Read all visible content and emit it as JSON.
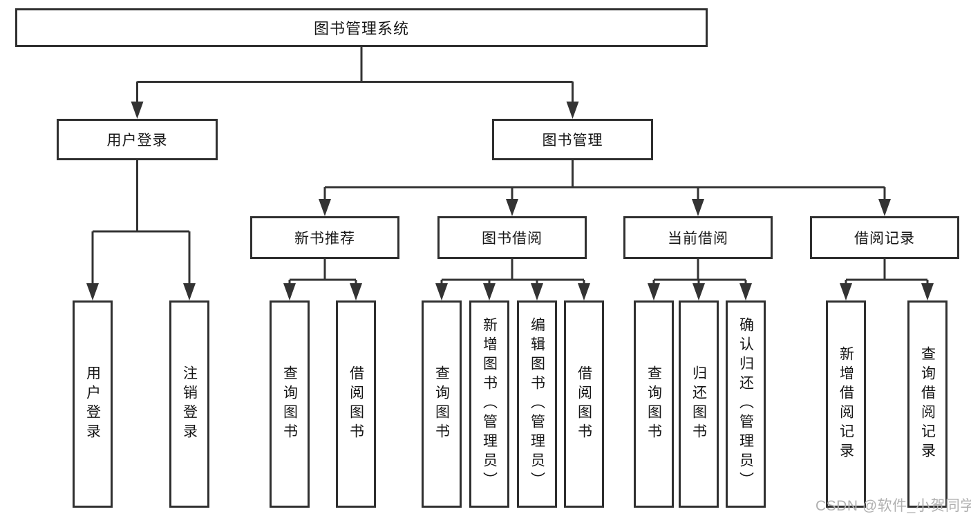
{
  "diagram": {
    "title": "图书管理系统",
    "root": {
      "label": "图书管理系统"
    },
    "level2": [
      {
        "label": "用户登录"
      },
      {
        "label": "图书管理"
      }
    ],
    "level3": [
      {
        "label": "新书推荐"
      },
      {
        "label": "图书借阅"
      },
      {
        "label": "当前借阅"
      },
      {
        "label": "借阅记录"
      }
    ],
    "leafGroups": [
      {
        "parent": "用户登录",
        "items": [
          "用户登录",
          "注销登录"
        ]
      },
      {
        "parent": "新书推荐",
        "items": [
          "查询图书",
          "借阅图书"
        ]
      },
      {
        "parent": "图书借阅",
        "items": [
          "查询图书",
          "新增图书（管理员）",
          "编辑图书（管理员）",
          "借阅图书"
        ]
      },
      {
        "parent": "当前借阅",
        "items": [
          "查询图书",
          "归还图书",
          "确认归还（管理员）"
        ]
      },
      {
        "parent": "借阅记录",
        "items": [
          "新增借阅记录",
          "查询借阅记录"
        ]
      }
    ]
  },
  "watermark": {
    "text": "CSDN @软件_小贺同学"
  },
  "colors": {
    "line": "#333333",
    "box_border": "#2f2f2f",
    "text": "#161616",
    "watermark": "#b0b0b0",
    "background": "#ffffff"
  }
}
